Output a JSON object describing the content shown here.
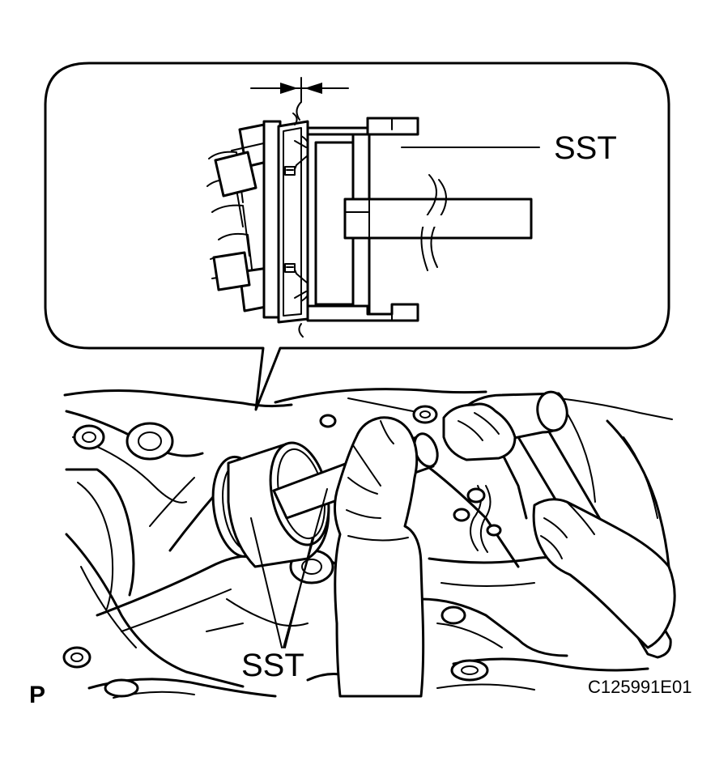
{
  "figure": {
    "callout_label": "SST",
    "main_label": "SST",
    "view_code": "P",
    "figure_id": "C125991E01"
  },
  "icons": {
    "dimension_arrows": "dimension-arrows-icon"
  }
}
